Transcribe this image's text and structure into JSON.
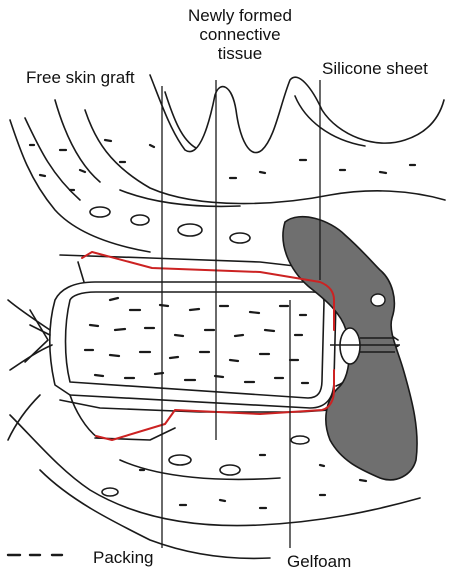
{
  "labels": {
    "newly_formed_line1": "Newly formed",
    "newly_formed_line2": "connective",
    "newly_formed_line3": "tissue",
    "free_skin_graft": "Free skin graft",
    "silicone_sheet": "Silicone sheet",
    "packing": "Packing",
    "gelfoam": "Gelfoam"
  },
  "colors": {
    "outline": "#1a1a1a",
    "skin_graft": "#cc2222",
    "silicone_fill": "#6f6f6f",
    "background": "#ffffff"
  }
}
